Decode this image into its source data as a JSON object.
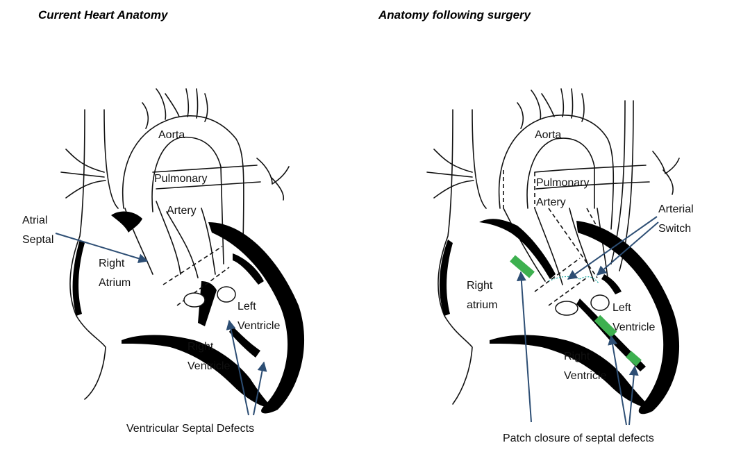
{
  "left_panel": {
    "title": "Current Heart Anatomy",
    "labels": {
      "aorta": "Aorta",
      "pulmonary": "Pulmonary",
      "artery": "Artery",
      "atrial": "Atrial",
      "septal": "Septal",
      "right": "Right",
      "atrium": "Atrium",
      "left": "Left",
      "ventricle_l": "Ventricle",
      "right_v": "Right",
      "ventricle_r": "Ventricle",
      "vsd": "Ventricular Septal Defects"
    }
  },
  "right_panel": {
    "title": "Anatomy following surgery",
    "labels": {
      "aorta": "Aorta",
      "pulmonary": "Pulmonary",
      "artery": "Artery",
      "arterial": "Arterial",
      "switch": "Switch",
      "right": "Right",
      "atrium": "atrium",
      "left": "Left",
      "ventricle_l": "Ventricle",
      "right_v": "Right",
      "ventricle_r": "Ventricle",
      "patch": "Patch closure of septal defects"
    }
  },
  "colors": {
    "arrow": "#2d4e74",
    "patch": "#3db04f",
    "suture": "#1aa6a0"
  }
}
